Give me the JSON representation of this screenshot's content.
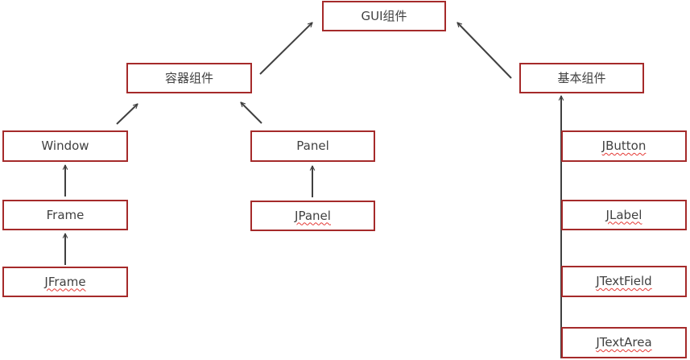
{
  "nodes": {
    "gui": "GUI组件",
    "container": "容器组件",
    "basic": "基本组件",
    "window": "Window",
    "panel": "Panel",
    "frame": "Frame",
    "jpanel": "JPanel",
    "jframe": "JFrame",
    "jbutton": "JButton",
    "jlabel": "JLabel",
    "jtextfield": "JTextField",
    "jtextarea": "JTextArea"
  },
  "colors": {
    "box_border": "#a52a2a",
    "arrow": "#404040",
    "text": "#404040",
    "spellcheck_underline": "#e53935"
  }
}
